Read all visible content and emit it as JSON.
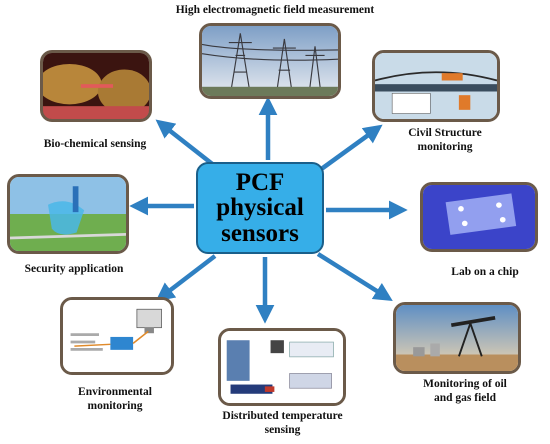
{
  "center": {
    "line1": "PCF",
    "line2": "physical",
    "line3": "sensors"
  },
  "colors": {
    "arrow": "#2f80c2",
    "center_fill": "#36aee8",
    "frame_border": "#6b5a49"
  },
  "applications": {
    "emf": "High electromagnetic field measurement",
    "bio": "Bio-chemical sensing",
    "civil_1": "Civil Structure",
    "civil_2": "monitoring",
    "security": "Security application",
    "lab": "Lab on a chip",
    "env_1": "Environmental",
    "env_2": "monitoring",
    "dts_1": "Distributed temperature",
    "dts_2": "sensing",
    "oil_1": "Monitoring of oil",
    "oil_2": "and gas field"
  }
}
